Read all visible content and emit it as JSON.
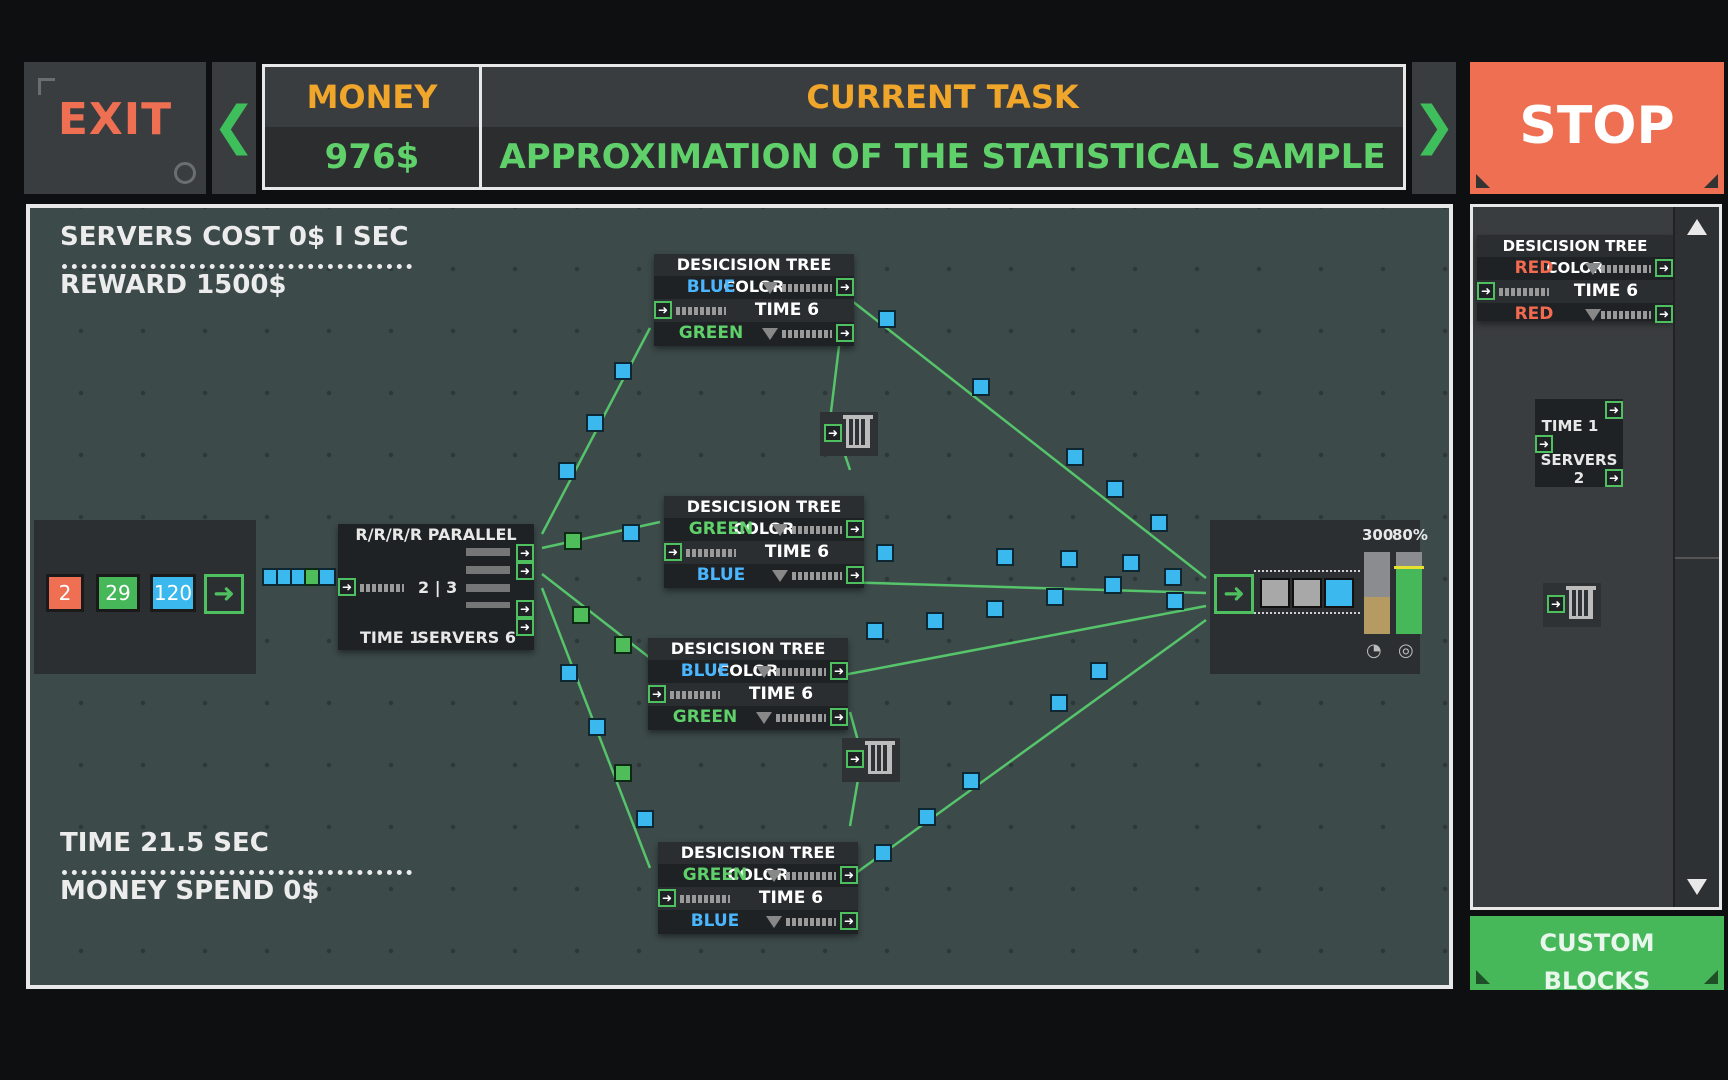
{
  "header": {
    "exit_label": "EXIT",
    "money_label": "MONEY",
    "money_value": "976$",
    "task_label": "CURRENT TASK",
    "task_value": "APPROXIMATION OF THE STATISTICAL SAMPLE",
    "stop_label": "STOP",
    "prev_icon": "chevron-left-icon",
    "next_icon": "chevron-right-icon"
  },
  "stats": {
    "servers_cost": "SERVERS COST 0$ I SEC",
    "reward": "REWARD 1500$",
    "time": "TIME 21.5 SEC",
    "money_spend": "MONEY SPEND 0$"
  },
  "source": {
    "counts": [
      "2",
      "29",
      "120"
    ],
    "colors": [
      "#ee6f52",
      "#46b85a",
      "#3bb8ee"
    ]
  },
  "parallel": {
    "title": "R/R/R/R PARALLEL",
    "ratio": "2 | 3",
    "time": "TIME 1",
    "servers": "SERVERS 6"
  },
  "decision_trees": [
    {
      "title": "DESICISION TREE COLOR",
      "opt1": "BLUE",
      "opt2": "GREEN",
      "time": "TIME 6"
    },
    {
      "title": "DESICISION TREE COLOR",
      "opt1": "GREEN",
      "opt2": "BLUE",
      "time": "TIME 6"
    },
    {
      "title": "DESICISION TREE COLOR",
      "opt1": "BLUE",
      "opt2": "GREEN",
      "time": "TIME 6"
    },
    {
      "title": "DESICISION TREE COLOR",
      "opt1": "GREEN",
      "opt2": "BLUE",
      "time": "TIME 6"
    }
  ],
  "sink": {
    "speed_value": "300",
    "accuracy_value": "80%",
    "speed_fill": 0.45,
    "accuracy_fill": 0.8
  },
  "sidebar": {
    "tree": {
      "title": "DESICISION TREE COLOR",
      "opt1": "RED",
      "opt2": "RED",
      "time": "TIME 6"
    },
    "server": {
      "time": "TIME 1",
      "servers": "SERVERS 2"
    }
  },
  "custom_blocks": {
    "line1": "CUSTOM",
    "line2": "BLOCKS"
  }
}
